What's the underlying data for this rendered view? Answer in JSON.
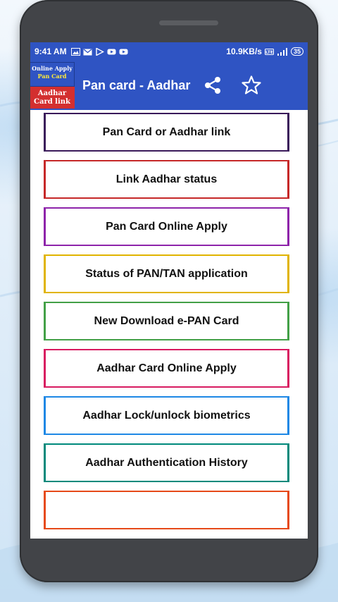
{
  "status": {
    "time": "9:41 AM",
    "speed": "10.9KB/s",
    "battery": "35"
  },
  "app": {
    "title": "Pan card - Aadhar",
    "logo_line1": "Online Apply",
    "logo_line2": "Pan Card",
    "logo_line3": "Aadhar",
    "logo_line4": "Card link"
  },
  "menu": [
    {
      "label": "Pan Card or Aadhar link",
      "color": "#3a1a5a"
    },
    {
      "label": "Link Aadhar status",
      "color": "#c62828"
    },
    {
      "label": "Pan Card Online Apply",
      "color": "#8e24aa"
    },
    {
      "label": "Status of PAN/TAN application",
      "color": "#e0b400"
    },
    {
      "label": "New Download e-PAN Card",
      "color": "#43a047"
    },
    {
      "label": "Aadhar Card Online Apply",
      "color": "#d81b60"
    },
    {
      "label": "Aadhar Lock/unlock biometrics",
      "color": "#1e88e5"
    },
    {
      "label": "Aadhar Authentication History",
      "color": "#00897b"
    },
    {
      "label": "",
      "color": "#e64a19"
    }
  ],
  "colors": {
    "appbar": "#2f54c3",
    "phone_body": "#424448"
  }
}
